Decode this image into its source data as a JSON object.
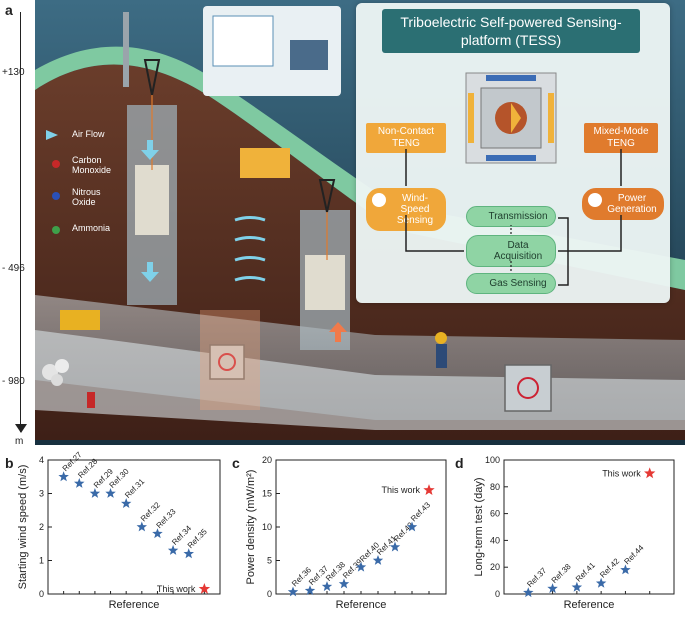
{
  "panel_a": {
    "letter": "a",
    "depth_labels": [
      "+130",
      "- 496",
      "- 980"
    ],
    "depth_unit": "m",
    "legend": [
      {
        "label": "Air Flow",
        "icon": "arrow-icon"
      },
      {
        "label": "Carbon Monoxide",
        "icon": "co-molecule-icon"
      },
      {
        "label": "Nitrous Oxide",
        "icon": "n2o-molecule-icon"
      },
      {
        "label": "Ammonia",
        "icon": "ammonia-molecule-icon"
      }
    ],
    "tess": {
      "title": "Triboelectric Self-powered Sensing-platform (TESS)",
      "non_contact": "Non-Contact TENG",
      "mixed_mode": "Mixed-Mode TENG",
      "wind_speed": "Wind-Speed Sensing",
      "power_gen": "Power Generation",
      "transmission": "Transmission",
      "data_acq": "Data Acquisition",
      "gas_sensing": "Gas Sensing"
    },
    "colors": {
      "orange": "#f0a73a",
      "orange_dark": "#e07b2d",
      "teal": "#2b6f73",
      "green": "#8fd4a4",
      "sky": "#1e3a50",
      "earth": "#5a3324"
    }
  },
  "chart_data": [
    {
      "panel": "b",
      "type": "scatter",
      "ylabel": "Starting wind speed (m/s)",
      "xlabel": "Reference",
      "ylim": [
        0,
        4
      ],
      "yticks": [
        0,
        1,
        2,
        3,
        4
      ],
      "points": [
        {
          "label": "Ref.27",
          "y": 3.5
        },
        {
          "label": "Ref.28",
          "y": 3.3
        },
        {
          "label": "Ref.29",
          "y": 3.0
        },
        {
          "label": "Ref.30",
          "y": 3.0
        },
        {
          "label": "Ref.31",
          "y": 2.7
        },
        {
          "label": "Ref.32",
          "y": 2.0
        },
        {
          "label": "Ref.33",
          "y": 1.8
        },
        {
          "label": "Ref.34",
          "y": 1.3
        },
        {
          "label": "Ref.35",
          "y": 1.2
        },
        {
          "label": "This work",
          "y": 0.15,
          "highlight": true
        }
      ]
    },
    {
      "panel": "c",
      "type": "scatter",
      "ylabel": "Power density (mW/m²)",
      "xlabel": "Reference",
      "ylim": [
        0,
        20
      ],
      "yticks": [
        0,
        5,
        10,
        15,
        20
      ],
      "points": [
        {
          "label": "Ref.36",
          "y": 0.3
        },
        {
          "label": "Ref.37",
          "y": 0.5
        },
        {
          "label": "Ref.38",
          "y": 1.1
        },
        {
          "label": "Ref.39",
          "y": 1.5
        },
        {
          "label": "Ref.40",
          "y": 4.0
        },
        {
          "label": "Ref.41",
          "y": 5.0
        },
        {
          "label": "Ref.42",
          "y": 7.0
        },
        {
          "label": "Ref.43",
          "y": 10.0
        },
        {
          "label": "This work",
          "y": 15.5,
          "highlight": true
        }
      ]
    },
    {
      "panel": "d",
      "type": "scatter",
      "ylabel": "Long-term test (day)",
      "xlabel": "Reference",
      "ylim": [
        0,
        100
      ],
      "yticks": [
        0,
        20,
        40,
        60,
        80,
        100
      ],
      "points": [
        {
          "label": "Ref.37",
          "y": 1
        },
        {
          "label": "Ref.38",
          "y": 4
        },
        {
          "label": "Ref.41",
          "y": 5
        },
        {
          "label": "Ref.42",
          "y": 8
        },
        {
          "label": "Ref.44",
          "y": 18
        },
        {
          "label": "This work",
          "y": 90,
          "highlight": true
        }
      ]
    }
  ]
}
